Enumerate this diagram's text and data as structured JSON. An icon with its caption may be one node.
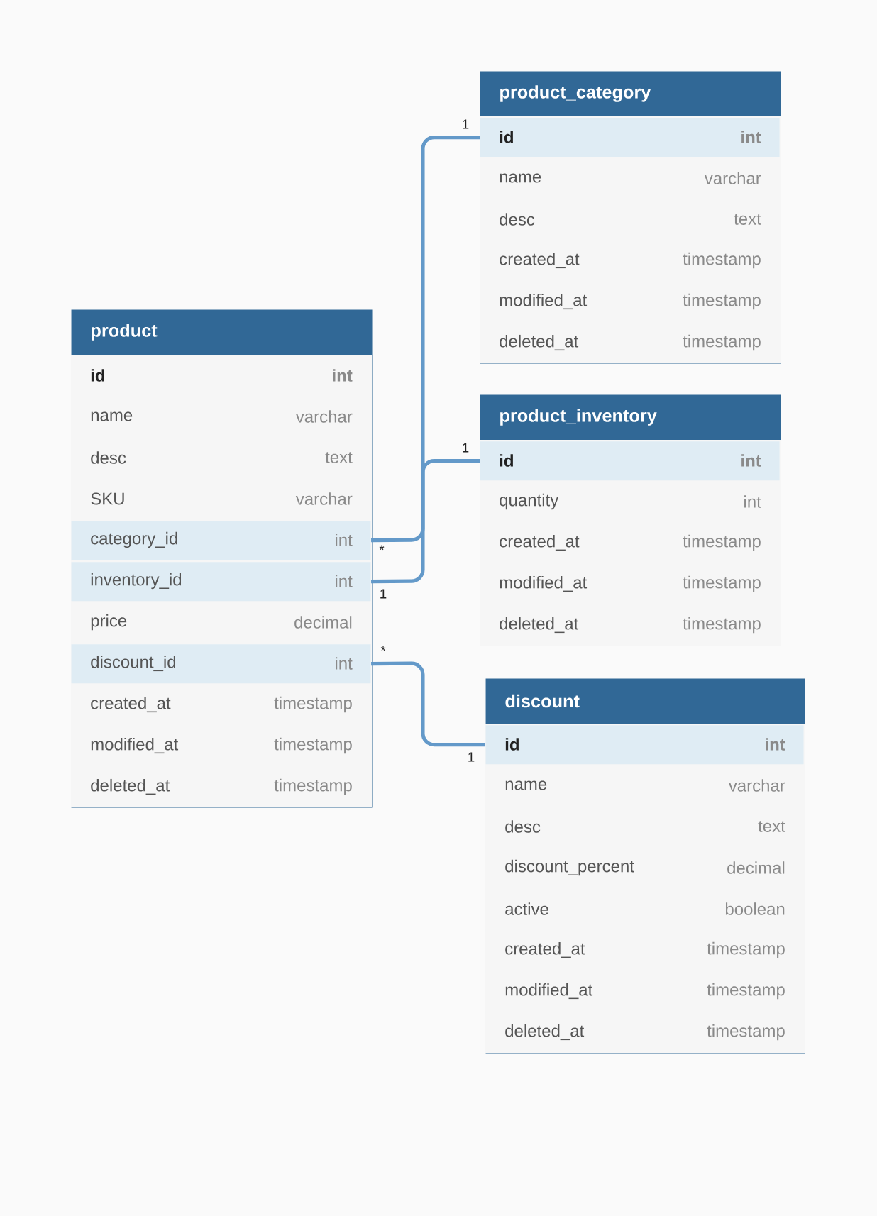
{
  "diagram": {
    "nodes": [
      {
        "text": [
          "product"
        ]
      },
      {
        "text": [
          "id",
          "int"
        ],
        "in": 0
      },
      {
        "text": [
          "name",
          "varchar"
        ],
        "in": 0
      },
      {
        "text": [
          "desc",
          "text"
        ],
        "in": 0
      },
      {
        "text": [
          "SKU",
          "varchar"
        ],
        "in": 0
      },
      {
        "text": [
          "category_id",
          "int"
        ],
        "in": 0,
        "beside": [
          "*"
        ]
      },
      {
        "text": [
          "inventory_id",
          "int"
        ],
        "in": 0,
        "beside": [
          "1"
        ]
      },
      {
        "text": [
          "price",
          "decimal"
        ],
        "in": 0
      },
      {
        "text": [
          "discount_id",
          "int"
        ],
        "in": 0,
        "beside": [
          "*"
        ]
      },
      {
        "text": [
          "created_at",
          "timestamp"
        ],
        "in": 0
      },
      {
        "text": [
          "modified_at",
          "timestamp"
        ],
        "in": 0
      },
      {
        "text": [
          "deleted_at",
          "timestamp"
        ],
        "in": 0
      },
      {
        "text": [
          "product_category"
        ]
      },
      {
        "text": [
          "id",
          "int"
        ],
        "in": 12,
        "beside": [
          "1"
        ]
      },
      {
        "text": [
          "name",
          "varchar"
        ],
        "in": 12
      },
      {
        "text": [
          "desc",
          "text"
        ],
        "in": 12
      },
      {
        "text": [
          "created_at",
          "timestamp"
        ],
        "in": 12
      },
      {
        "text": [
          "modified_at",
          "timestamp"
        ],
        "in": 12
      },
      {
        "text": [
          "deleted_at",
          "timestamp"
        ],
        "in": 12
      },
      {
        "text": [
          "product_inventory"
        ]
      },
      {
        "text": [
          "id",
          "int"
        ],
        "in": 19,
        "beside": [
          "1"
        ]
      },
      {
        "text": [
          "quantity",
          "int"
        ],
        "in": 19
      },
      {
        "text": [
          "created_at",
          "timestamp"
        ],
        "in": 19
      },
      {
        "text": [
          "modified_at",
          "timestamp"
        ],
        "in": 19
      },
      {
        "text": [
          "deleted_at",
          "timestamp"
        ],
        "in": 19
      },
      {
        "text": [
          "discount"
        ]
      },
      {
        "text": [
          "id",
          "int"
        ],
        "in": 25,
        "beside": [
          "1"
        ]
      },
      {
        "text": [
          "name",
          "varchar"
        ],
        "in": 25
      },
      {
        "text": [
          "desc",
          "text"
        ],
        "in": 25
      },
      {
        "text": [
          "discount_percent",
          "decimal"
        ],
        "in": 25
      },
      {
        "text": [
          "active",
          "boolean"
        ],
        "in": 25
      },
      {
        "text": [
          "created_at",
          "timestamp"
        ],
        "in": 25
      },
      {
        "text": [
          "modified_at",
          "timestamp"
        ],
        "in": 25
      },
      {
        "text": [
          "deleted_at",
          "timestamp"
        ],
        "in": 25
      }
    ],
    "edges": [
      {
        "from": 5,
        "to": 13,
        "arrow": "none"
      },
      {
        "from": 6,
        "to": 20,
        "arrow": "none"
      },
      {
        "from": 8,
        "to": 26,
        "arrow": "none"
      }
    ]
  }
}
